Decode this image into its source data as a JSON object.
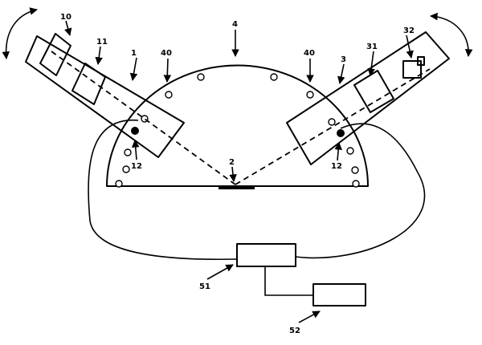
{
  "labels": {
    "l1": "1",
    "l2": "2",
    "l3": "3",
    "l4": "4",
    "l10": "10",
    "l11": "11",
    "l12a": "12",
    "l12b": "12",
    "l31": "31",
    "l32": "32",
    "l40a": "40",
    "l40b": "40",
    "l51": "51",
    "l52": "52"
  }
}
